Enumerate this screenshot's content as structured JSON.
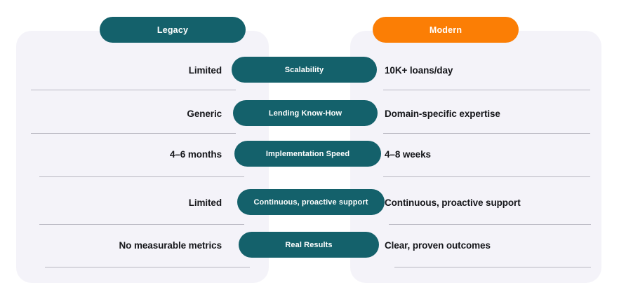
{
  "header": {
    "legacy_label": "Legacy",
    "modern_label": "Modern"
  },
  "colors": {
    "teal": "#14616B",
    "orange": "#FB7E05",
    "panel_background": "#F4F3F9",
    "text": "#15161A",
    "divider": "#B9B8C2",
    "page_background": "#FFFFFF"
  },
  "rows": [
    {
      "legacy": "Limited",
      "feature": "Scalability",
      "modern": "10K+ loans/day"
    },
    {
      "legacy": "Generic",
      "feature": "Lending Know-How",
      "modern": "Domain-specific expertise"
    },
    {
      "legacy": "4–6 months",
      "feature": "Implementation Speed",
      "modern": "4–8 weeks"
    },
    {
      "legacy": "Limited",
      "feature": "Continuous, proactive support",
      "modern": "Continuous, proactive support"
    },
    {
      "legacy": "No measurable metrics",
      "feature": "Real Results",
      "modern": "Clear, proven outcomes"
    }
  ]
}
